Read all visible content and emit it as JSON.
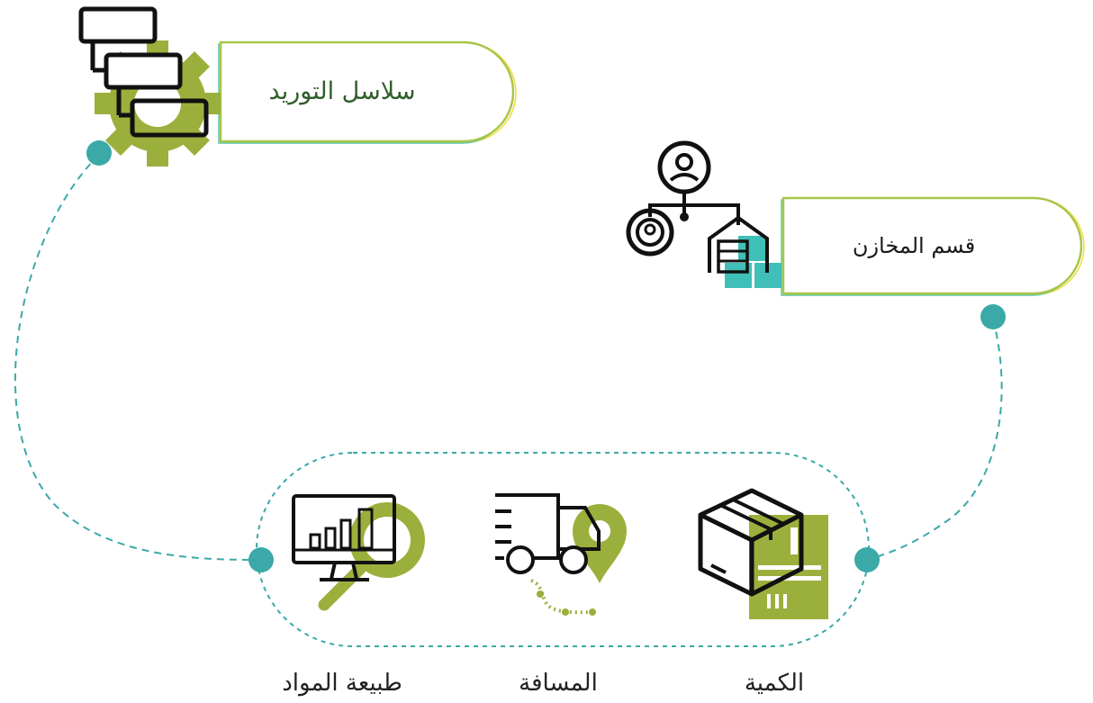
{
  "nodes": {
    "supply_chains": {
      "label": "سلاسل التوريد",
      "icon": "gear-blocks-icon"
    },
    "warehouses": {
      "label": "قسم المخازن",
      "icon": "warehouse-network-icon"
    }
  },
  "factors": [
    {
      "label": "طبيعة المواد",
      "icon": "monitor-chart-magnifier-icon"
    },
    {
      "label": "المسافة",
      "icon": "delivery-truck-route-icon"
    },
    {
      "label": "الكمية",
      "icon": "box-document-icon"
    }
  ],
  "colors": {
    "teal": "#3aa9a7",
    "olive": "#9bb03c",
    "pill_outline": "#a8c64a",
    "pill_text": "#2f5e2a",
    "ink": "#111111"
  }
}
